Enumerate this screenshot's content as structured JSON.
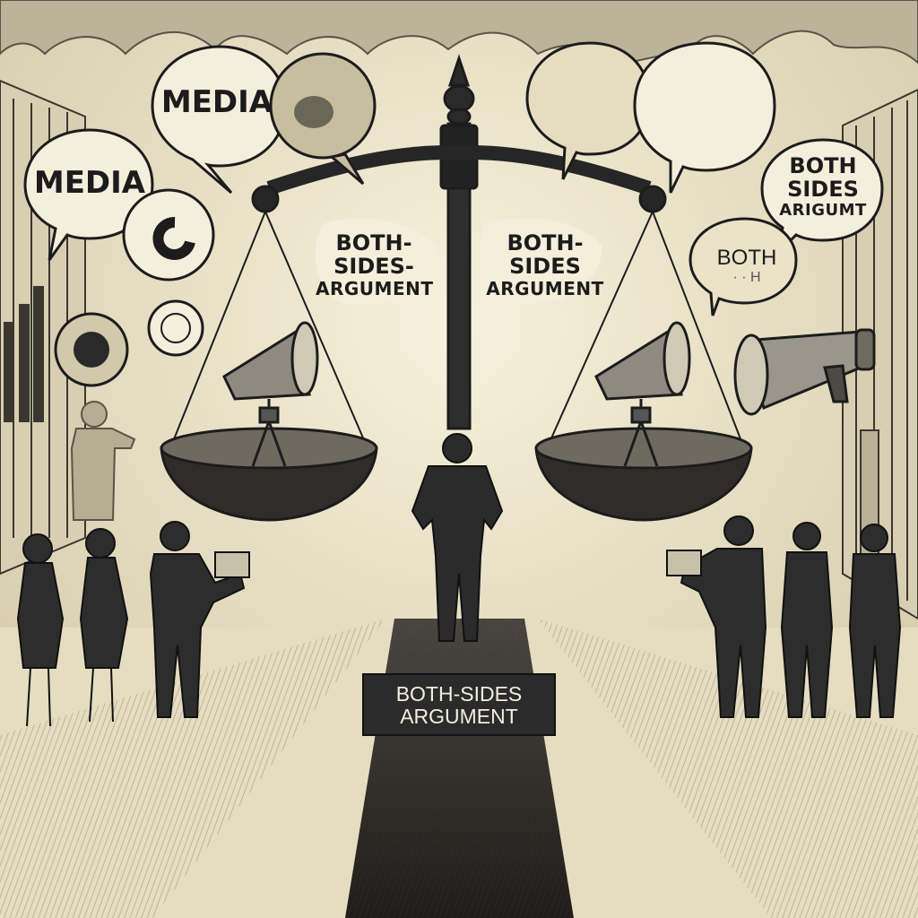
{
  "bubbles": {
    "media_top": "MEDIA",
    "media_left": "MEDIA",
    "right_bubble": {
      "line1": "BOTH",
      "line2": "SIDES",
      "line3": "ARIGUMT"
    },
    "right_small": {
      "line1": "BOTH",
      "line2": "· · H"
    }
  },
  "scale": {
    "left_pan": {
      "line1": "BOTH-",
      "line2": "SIDES-",
      "line3": "ARGUMENT"
    },
    "right_pan": {
      "line1": "BOTH-",
      "line2": "SIDES",
      "line3": "ARGUMENT"
    }
  },
  "plaque": {
    "line1": "BOTH-SIDES",
    "line2": "ARGUMENT"
  },
  "icons": {
    "scale": "balance-scale-icon",
    "megaphone": "megaphone-icon",
    "speech": "speech-bubble-icon"
  },
  "colors": {
    "paper": "#efe6cc",
    "ink": "#1c1c1c",
    "shadow": "#6b6658",
    "plaque": "#2b2b2b"
  }
}
